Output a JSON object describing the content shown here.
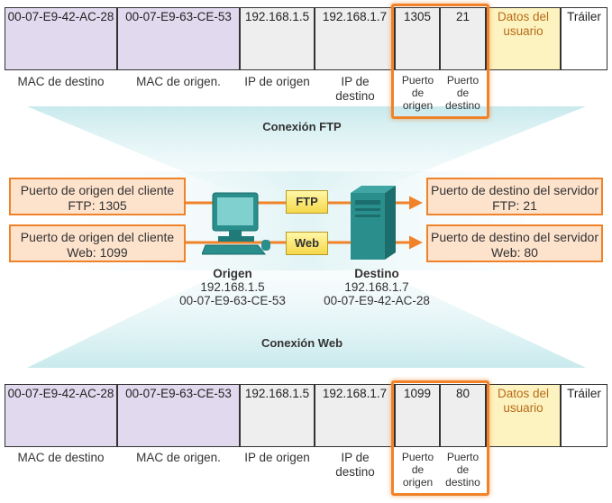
{
  "top_frame": {
    "cells": [
      "00-07-E9-42-AC-28",
      "00-07-E9-63-CE-53",
      "192.168.1.5",
      "192.168.1.7",
      "1305",
      "21",
      "Datos del usuario",
      "Tráiler"
    ],
    "labels": [
      "MAC de destino",
      "MAC de origen.",
      "IP de origen",
      "IP de destino",
      "Puerto de origen",
      "Puerto de destino"
    ]
  },
  "ftp_title": "Conexión FTP",
  "web_title": "Conexión Web",
  "left_boxes": [
    "Puerto de origen del cliente FTP: 1305",
    "Puerto de origen del cliente Web: 1099"
  ],
  "right_boxes": [
    "Puerto de destino del servidor FTP: 21",
    "Puerto de destino del servidor Web: 80"
  ],
  "tags": {
    "ftp": "FTP",
    "web": "Web"
  },
  "origin": {
    "name": "Origen",
    "ip": "192.168.1.5",
    "mac": "00-07-E9-63-CE-53"
  },
  "destination": {
    "name": "Destino",
    "ip": "192.168.1.7",
    "mac": "00-07-E9-42-AC-28"
  },
  "bottom_frame": {
    "cells": [
      "00-07-E9-42-AC-28",
      "00-07-E9-63-CE-53",
      "192.168.1.5",
      "192.168.1.7",
      "1099",
      "80",
      "Datos del usuario",
      "Tráiler"
    ],
    "labels": [
      "MAC de destino",
      "MAC de origen.",
      "IP de origen",
      "IP de destino",
      "Puerto de origen",
      "Puerto de destino"
    ]
  },
  "colors": {
    "accent": "#f0832a",
    "mac_fill": "#e1d9ee",
    "ip_fill": "#eeeeee",
    "data_fill": "#fdf3c0",
    "beam": "#bfe6ea"
  }
}
